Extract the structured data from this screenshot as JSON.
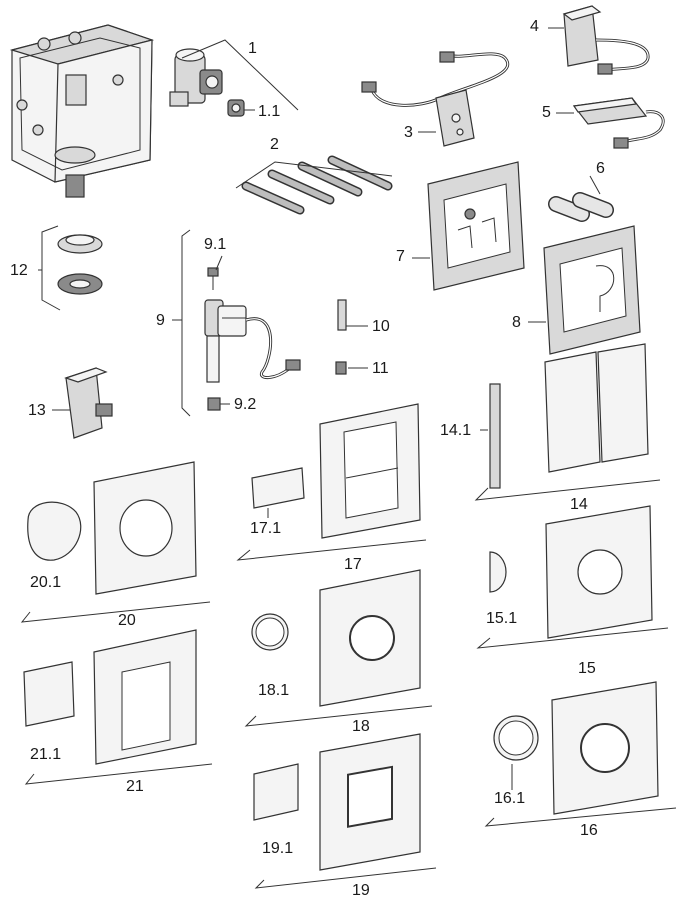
{
  "labels": {
    "p1": "1",
    "p1_1": "1.1",
    "p2": "2",
    "p3": "3",
    "p4": "4",
    "p5": "5",
    "p6": "6",
    "p7": "7",
    "p8": "8",
    "p9": "9",
    "p9_1": "9.1",
    "p9_2": "9.2",
    "p10": "10",
    "p11": "11",
    "p12": "12",
    "p13": "13",
    "p14": "14",
    "p14_1": "14.1",
    "p15": "15",
    "p15_1": "15.1",
    "p16": "16",
    "p16_1": "16.1",
    "p17": "17",
    "p17_1": "17.1",
    "p18": "18",
    "p18_1": "18.1",
    "p19": "19",
    "p19_1": "19.1",
    "p20": "20",
    "p20_1": "20.1",
    "p21": "21",
    "p21_1": "21.1"
  },
  "colors": {
    "line": "#333333",
    "fill": "#f4f4f4",
    "shade": "#d9d9d9",
    "dark": "#8a8a8a"
  }
}
